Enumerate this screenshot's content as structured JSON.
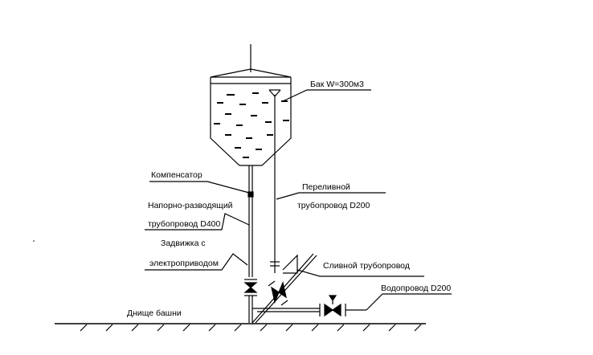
{
  "labels": {
    "tank": "Бак W=300м3",
    "compensator": "Компенсатор",
    "pressure_pipe_line1": "Напорно-разводящий",
    "pressure_pipe_line2": "трубопровод D400",
    "gate_valve_line1": "Задвижка с",
    "gate_valve_line2": "электроприводом",
    "overflow_pipe_line1": "Переливной",
    "overflow_pipe_line2": "трубопровод D200",
    "drain_pipe": "Сливной трубопровод",
    "water_main": "Водопровод D200",
    "tower_bottom": "Днище башни"
  },
  "colors": {
    "ink": "#000000",
    "background": "#ffffff"
  }
}
